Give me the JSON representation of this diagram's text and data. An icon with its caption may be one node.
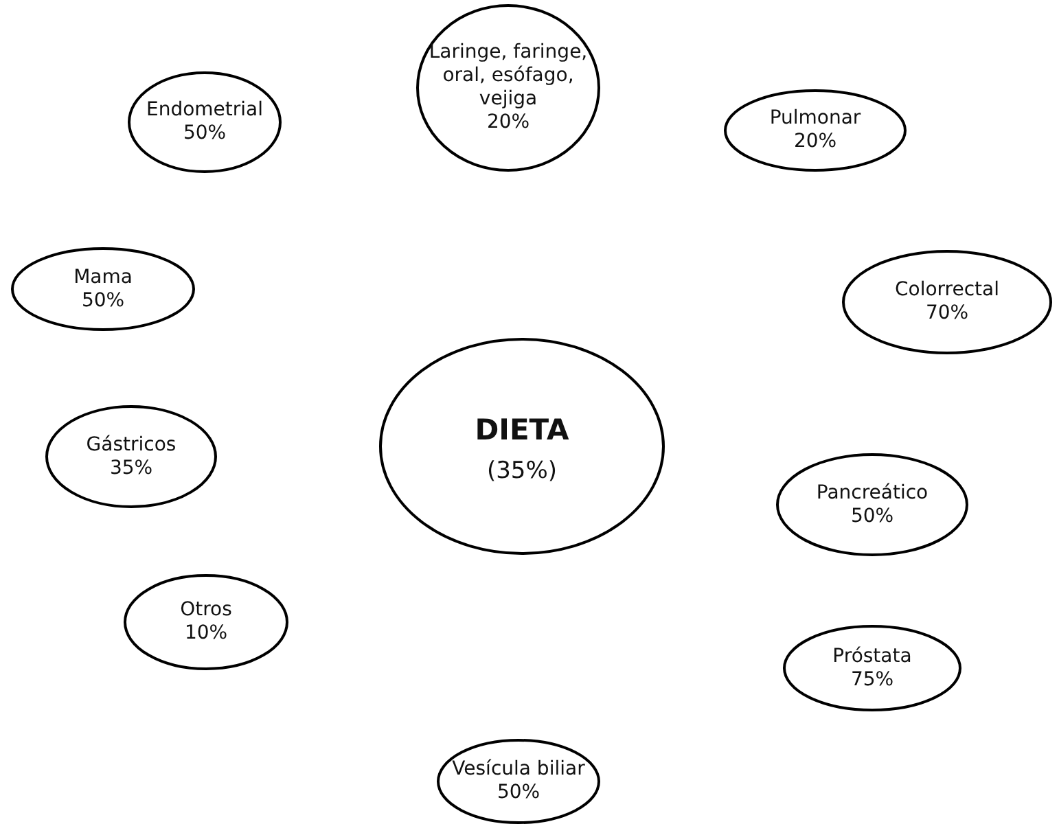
{
  "diagram": {
    "nodes": [
      {
        "text": [
          "DIETA",
          "(35%)"
        ]
      },
      {
        "text": [
          "Endometrial",
          "50%"
        ]
      },
      {
        "text": [
          "Laringe, faringe, oral, esófago, vejiga",
          "20%"
        ]
      },
      {
        "text": [
          "Pulmonar",
          "20%"
        ]
      },
      {
        "text": [
          "Mama",
          "50%"
        ]
      },
      {
        "text": [
          "Colorrectal",
          "70%"
        ]
      },
      {
        "text": [
          "Gástricos",
          "35%"
        ]
      },
      {
        "text": [
          "Pancreático",
          "50%"
        ]
      },
      {
        "text": [
          "Otros",
          "10%"
        ]
      },
      {
        "text": [
          "Próstata",
          "75%"
        ]
      },
      {
        "text": [
          "Vesícula biliar",
          "50%"
        ]
      }
    ]
  }
}
